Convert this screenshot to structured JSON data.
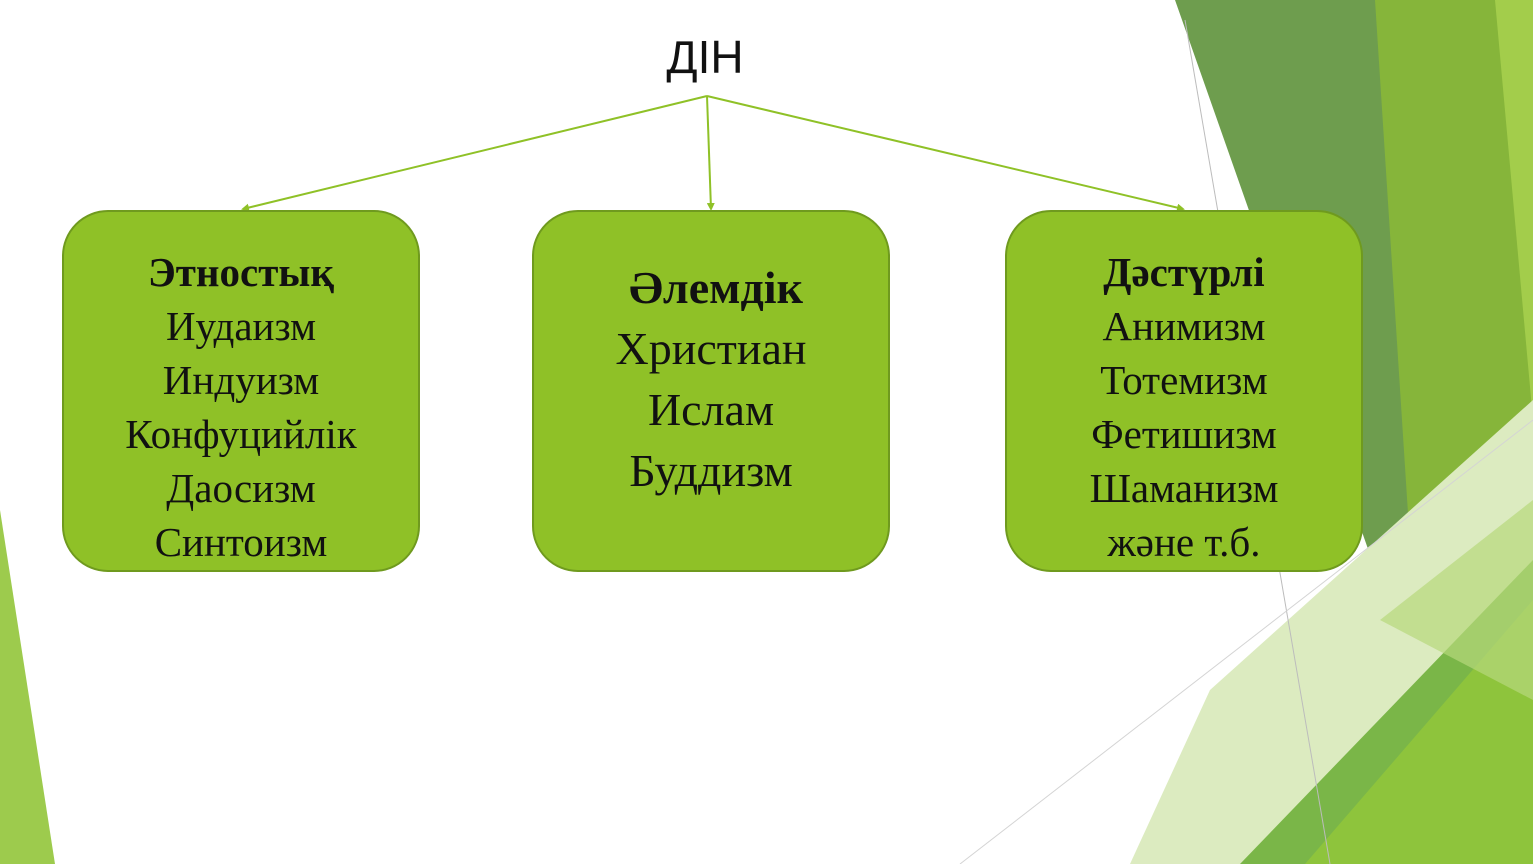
{
  "root": {
    "label": "ДІН"
  },
  "categories": [
    {
      "heading": "Этностық",
      "items": [
        "Иудаизм",
        "Индуизм",
        "Конфуцийлік",
        "Даосизм",
        "Синтоизм"
      ]
    },
    {
      "heading": "Әлемдік",
      "items": [
        "Христиан",
        "Ислам",
        "Буддизм"
      ]
    },
    {
      "heading": "Дәстүрлі",
      "items": [
        "Анимизм",
        "Тотемизм",
        "Фетишизм",
        "Шаманизм",
        "және т.б."
      ]
    }
  ],
  "colors": {
    "box_fill": "#8fc127",
    "box_border": "#6f9a1e",
    "connector": "#8fc127",
    "accent_dark": "#6a9a45",
    "accent_light": "#a7ce4f"
  }
}
